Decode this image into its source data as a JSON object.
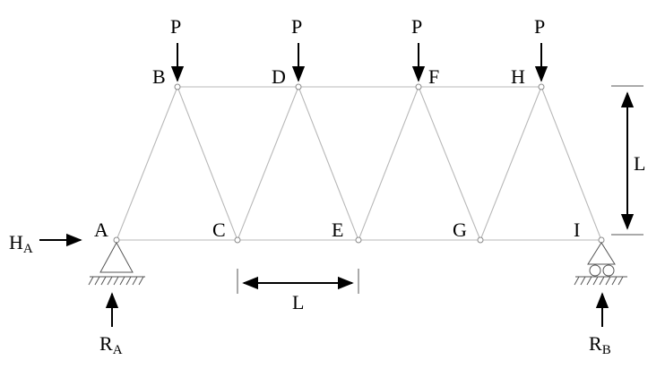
{
  "nodes": {
    "A": "A",
    "B": "B",
    "C": "C",
    "D": "D",
    "E": "E",
    "F": "F",
    "G": "G",
    "H": "H",
    "I": "I"
  },
  "loads": [
    "P",
    "P",
    "P",
    "P"
  ],
  "dimensions": {
    "height_label": "L",
    "span_label": "L"
  },
  "reactions": {
    "horizontal_A": {
      "main": "H",
      "sub": "A"
    },
    "vertical_A": {
      "main": "R",
      "sub": "A"
    },
    "vertical_B": {
      "main": "R",
      "sub": "B"
    }
  },
  "colors": {
    "members": "#b8b8b8",
    "arrows": "#000000",
    "support": "#555555"
  }
}
